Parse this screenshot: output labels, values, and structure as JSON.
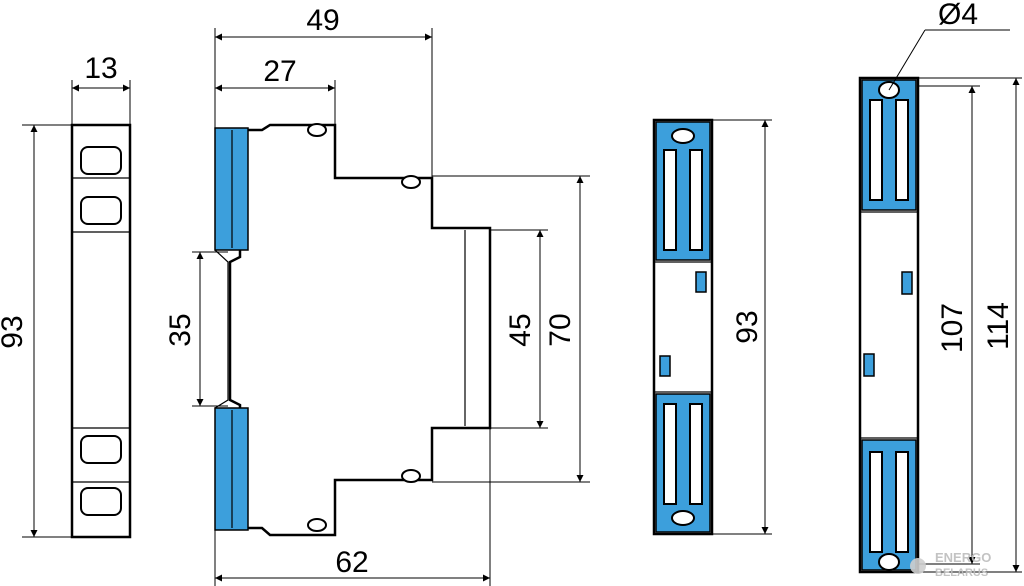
{
  "dimensions": {
    "d13": "13",
    "d93_left": "93",
    "d49": "49",
    "d27": "27",
    "d35": "35",
    "d45": "45",
    "d70": "70",
    "d62": "62",
    "d93_right": "93",
    "d4": "Ø4",
    "d107": "107",
    "d114": "114"
  },
  "watermark": {
    "line1": "ENERGO",
    "line2": "BELARUS"
  },
  "colors": {
    "terminal_blue": "#3c9fdc",
    "outline": "#000000"
  }
}
